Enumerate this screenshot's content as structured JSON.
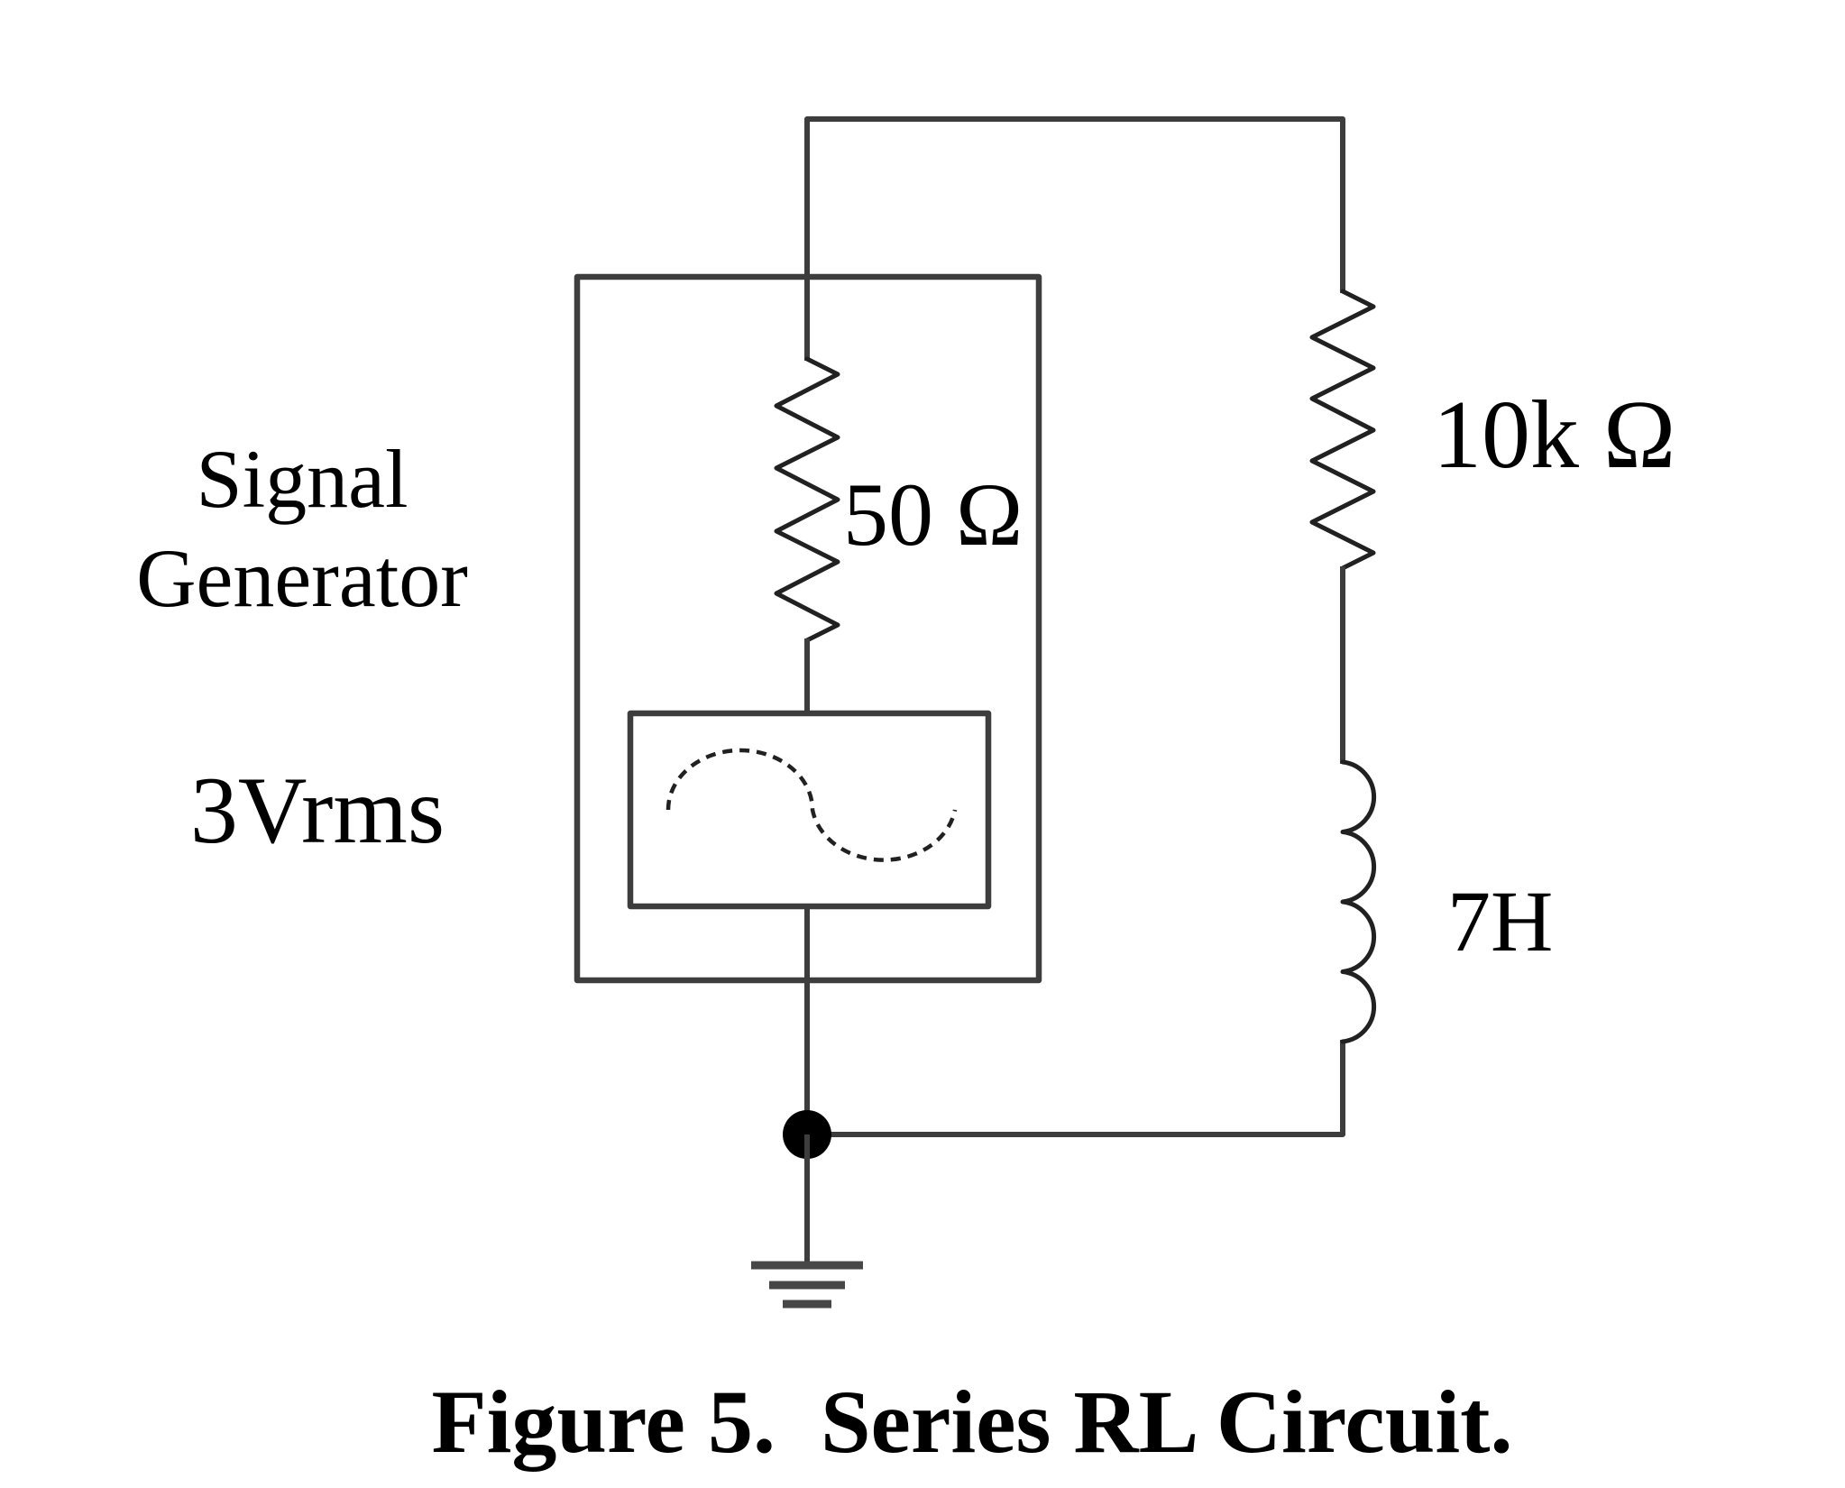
{
  "figure_caption": "Figure 5.  Series RL Circuit.",
  "signal_generator": {
    "name_line1": "Signal",
    "name_line2": "Generator",
    "voltage": "3Vrms",
    "internal_resistance": "50 Ω"
  },
  "load": {
    "resistor": "10k Ω",
    "inductor": "7H"
  },
  "icons": {
    "source_waveform": "sine-wave-icon",
    "ground": "earth-ground-icon",
    "internal_resistor": "zigzag-resistor-icon",
    "load_resistor": "zigzag-resistor-icon",
    "inductor_coil": "coil-inductor-icon",
    "node": "junction-dot-icon"
  },
  "colors": {
    "background": "#ffffff",
    "wire": "#3d3d3d",
    "component": "#212121",
    "text": "#000000"
  }
}
